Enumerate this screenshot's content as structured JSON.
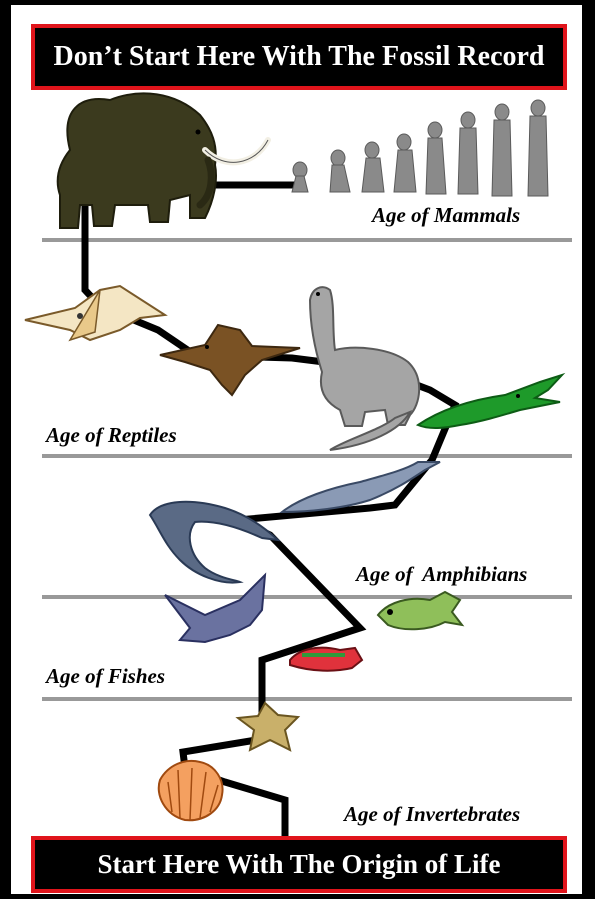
{
  "title_top": "Don’t Start Here With The Fossil Record",
  "title_bottom": "Start Here With The Origin of Life",
  "eras": {
    "mammals": "Age of Mammals",
    "reptiles": "Age of Reptiles",
    "amphibians": "Age of  Amphibians",
    "fishes": "Age of Fishes",
    "invertebrates": "Age of Invertebrates"
  },
  "colors": {
    "banner_border": "#e0141b",
    "divider": "#999999",
    "path": "#000000"
  },
  "icons": [
    "mammoth-icon",
    "human-evolution-icon",
    "pterosaur-icon",
    "archaeopteryx-icon",
    "sauropod-icon",
    "crocodile-icon",
    "ichthyosaur-icon",
    "eel-fish-icon",
    "manta-ray-icon",
    "perch-fish-icon",
    "loach-fish-icon",
    "starfish-icon",
    "scallop-shell-icon"
  ]
}
